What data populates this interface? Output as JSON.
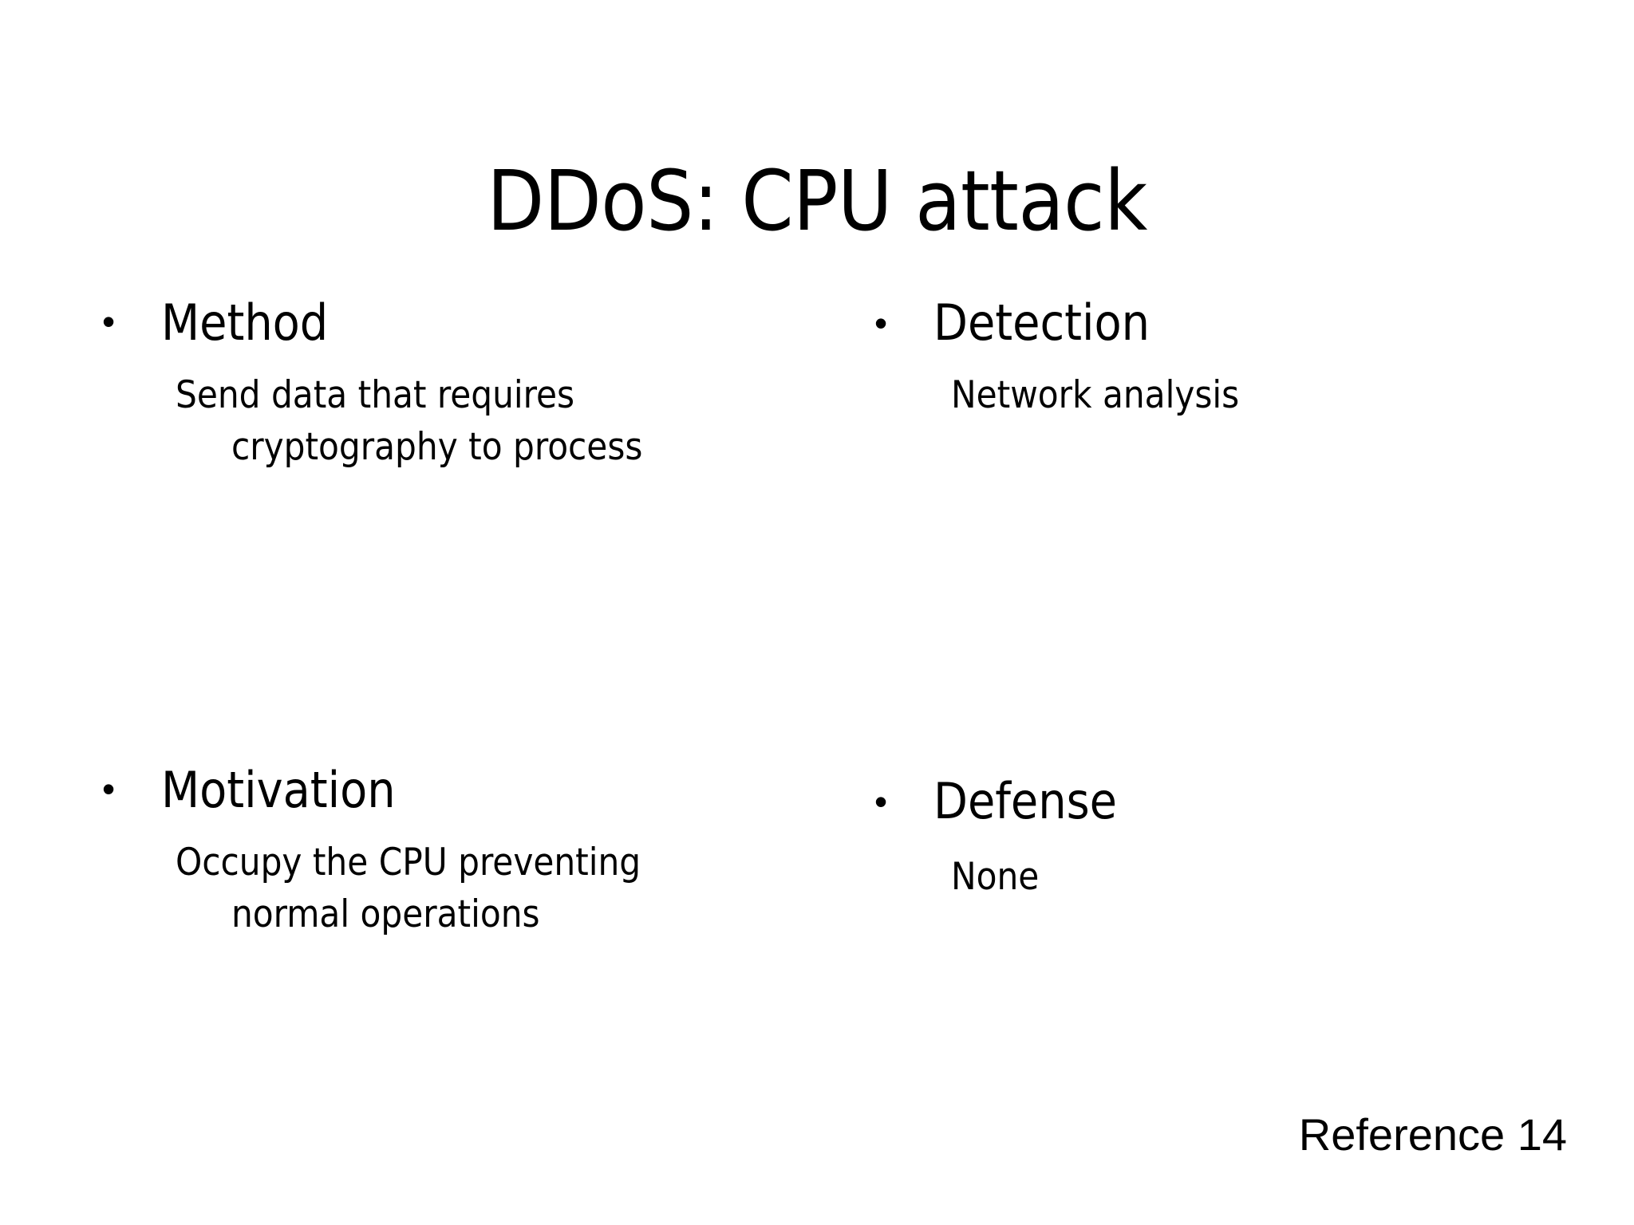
{
  "slide": {
    "title": "DDoS: CPU attack",
    "background_color": "#ffffff",
    "text_color": "#000000",
    "bullet_glyph": "•"
  },
  "columns": {
    "left": [
      {
        "label": "Method",
        "detail": "Send data that requires cryptography to process"
      },
      {
        "label": "Motivation",
        "detail": "Occupy the CPU preventing normal operations"
      }
    ],
    "right": [
      {
        "label": "Detection",
        "detail": "Network analysis"
      },
      {
        "label": "Defense",
        "detail": "None"
      }
    ]
  },
  "footer": {
    "reference": "Reference 14"
  }
}
